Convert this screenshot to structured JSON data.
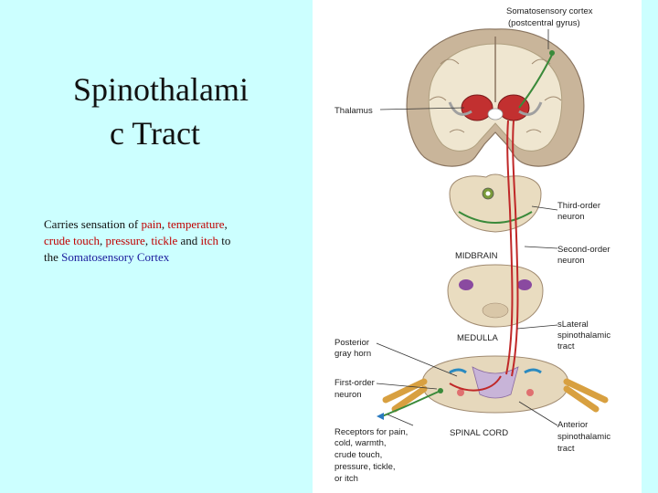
{
  "slide": {
    "title_line1": "Spinothalami",
    "title_line2": "c Tract",
    "desc": {
      "t1": "Carries sensation of ",
      "pain": "pain",
      "c1": ", ",
      "temperature": "temperature",
      "c2": ",",
      "crude_touch": "crude touch",
      "c3": ", ",
      "pressure": "pressure",
      "c4": ", ",
      "tickle": "tickle",
      "and": " and ",
      "itch": "itch",
      "to": " to",
      "the": "the ",
      "cortex": "Somatosensory Cortex"
    }
  },
  "figure": {
    "labels": {
      "somatosensory_cortex": "Somatosensory cortex",
      "postcentral_gyrus": "(postcentral gyrus)",
      "thalamus": "Thalamus",
      "third_order_1": "Third-order",
      "third_order_2": "neuron",
      "midbrain": "MIDBRAIN",
      "second_order_1": "Second-order",
      "second_order_2": "neuron",
      "lateral_1": "sLateral",
      "lateral_2": "spinothalamic",
      "lateral_3": "tract",
      "posterior_1": "Posterior",
      "posterior_2": "gray horn",
      "medulla": "MEDULLA",
      "first_order_1": "First-order",
      "first_order_2": "neuron",
      "receptors_1": "Receptors for pain,",
      "receptors_2": "cold, warmth,",
      "receptors_3": "crude touch,",
      "receptors_4": "pressure, tickle,",
      "receptors_5": "or itch",
      "spinal_cord": "SPINAL CORD",
      "anterior_1": "Anterior",
      "anterior_2": "spinothalamic",
      "anterior_3": "tract"
    },
    "colors": {
      "background": "#ccffff",
      "tract_red": "#c02828",
      "neuron_green": "#3a8a3a",
      "text_red": "#c00000",
      "text_blue": "#1a1a9c"
    }
  }
}
